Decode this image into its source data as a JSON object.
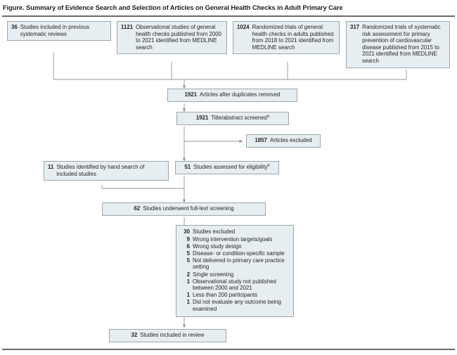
{
  "figure": {
    "title": "Figure. Summary of Evidence Search and Selection of Articles on General Health Checks in Adult Primary Care"
  },
  "colors": {
    "box_fill": "#e7eef2",
    "box_border": "#9aa7ad",
    "connector": "#8d9398",
    "text": "#231f20",
    "rule": "#6b6b6b"
  },
  "chart_data": {
    "type": "diagram",
    "title": "Figure. Summary of Evidence Search and Selection of Articles on General Health Checks in Adult Primary Care",
    "diagram_kind": "prisma-flow",
    "nodes": [
      {
        "id": "src1",
        "count": "36",
        "text": "Studies included in previous systematic reviews"
      },
      {
        "id": "src2",
        "count": "1121",
        "text": "Observational studies of general health checks published from 2000 to 2021 identified from MEDLINE search"
      },
      {
        "id": "src3",
        "count": "1024",
        "text": "Randomized trials of general health checks in adults published from 2018 to 2021 identified from MEDLINE search"
      },
      {
        "id": "src4",
        "count": "317",
        "text": "Randomized trials of systematic risk assessment for primary prevention of cardiovascular disease published from 2015 to 2021 identified from MEDLINE search"
      },
      {
        "id": "dedup",
        "count": "1921",
        "text": "Articles after duplicates removed"
      },
      {
        "id": "screened",
        "count": "1921",
        "text": "Title/abstract screened",
        "superscript": "a"
      },
      {
        "id": "excluded1",
        "count": "1857",
        "text": "Articles excluded"
      },
      {
        "id": "hand",
        "count": "11",
        "text": "Studies identified by hand search of included studies"
      },
      {
        "id": "eligibility",
        "count": "51",
        "text": "Studies assessed for eligibility",
        "superscript": "b"
      },
      {
        "id": "fulltext",
        "count": "62",
        "text": "Studies underwent full-text screening"
      },
      {
        "id": "excluded2",
        "count": "30",
        "text": "Studies excluded"
      },
      {
        "id": "included",
        "count": "32",
        "text": "Studies included in review"
      }
    ],
    "exclusion_reasons": [
      {
        "count": "9",
        "text": "Wrong intervention targets/goals"
      },
      {
        "count": "6",
        "text": "Wrong study design"
      },
      {
        "count": "5",
        "text": "Disease- or condition-specific sample"
      },
      {
        "count": "5",
        "text": "Not delivered in primary care practice setting"
      },
      {
        "count": "2",
        "text": "Single screening"
      },
      {
        "count": "1",
        "text": "Observational study not published between 2000 and 2021"
      },
      {
        "count": "1",
        "text": "Less than 200 participants"
      },
      {
        "count": "1",
        "text": "Did not evaluate any outcome being examined"
      }
    ],
    "edges": [
      {
        "from": "src1",
        "to": "dedup"
      },
      {
        "from": "src2",
        "to": "dedup"
      },
      {
        "from": "src3",
        "to": "dedup"
      },
      {
        "from": "src4",
        "to": "dedup"
      },
      {
        "from": "dedup",
        "to": "screened"
      },
      {
        "from": "screened",
        "to": "excluded1"
      },
      {
        "from": "screened",
        "to": "eligibility"
      },
      {
        "from": "eligibility",
        "to": "fulltext"
      },
      {
        "from": "hand",
        "to": "fulltext"
      },
      {
        "from": "fulltext",
        "to": "excluded2"
      },
      {
        "from": "fulltext",
        "to": "included"
      }
    ]
  },
  "boxes": {
    "src1": {
      "count": "36",
      "text": "Studies included in previous systematic reviews"
    },
    "src2": {
      "count": "1121",
      "text": "Observational studies of general health checks published from 2000 to 2021 identified from MEDLINE search"
    },
    "src3": {
      "count": "1024",
      "text": "Randomized trials of general health checks in adults published from 2018 to 2021 identified from MEDLINE search"
    },
    "src4": {
      "count": "317",
      "text": "Randomized trials of systematic risk assessment for primary prevention of cardiovascular disease published from 2015 to 2021 identified from MEDLINE search"
    },
    "dedup": {
      "count": "1921",
      "text": "Articles after duplicates removed"
    },
    "screened": {
      "count": "1921",
      "text": "Title/abstract screened",
      "superscript": "a"
    },
    "excluded1": {
      "count": "1857",
      "text": "Articles excluded"
    },
    "hand": {
      "count": "11",
      "text": "Studies identified by hand search of included studies"
    },
    "eligibility": {
      "count": "51",
      "text": "Studies assessed for eligibility",
      "superscript": "b"
    },
    "fulltext": {
      "count": "62",
      "text": "Studies underwent full-text screening"
    },
    "excluded2": {
      "count": "30",
      "text": "Studies excluded"
    },
    "included": {
      "count": "32",
      "text": "Studies included in review"
    },
    "reasons": [
      {
        "count": "9",
        "text": "Wrong intervention targets/goals"
      },
      {
        "count": "6",
        "text": "Wrong study design"
      },
      {
        "count": "5",
        "text": "Disease- or condition-specific sample"
      },
      {
        "count": "5",
        "text": "Not delivered in primary care practice setting"
      },
      {
        "count": "2",
        "text": "Single screening"
      },
      {
        "count": "1",
        "text": "Observational study not published between 2000 and 2021"
      },
      {
        "count": "1",
        "text": "Less than 200 participants"
      },
      {
        "count": "1",
        "text": "Did not evaluate any outcome being examined"
      }
    ]
  }
}
